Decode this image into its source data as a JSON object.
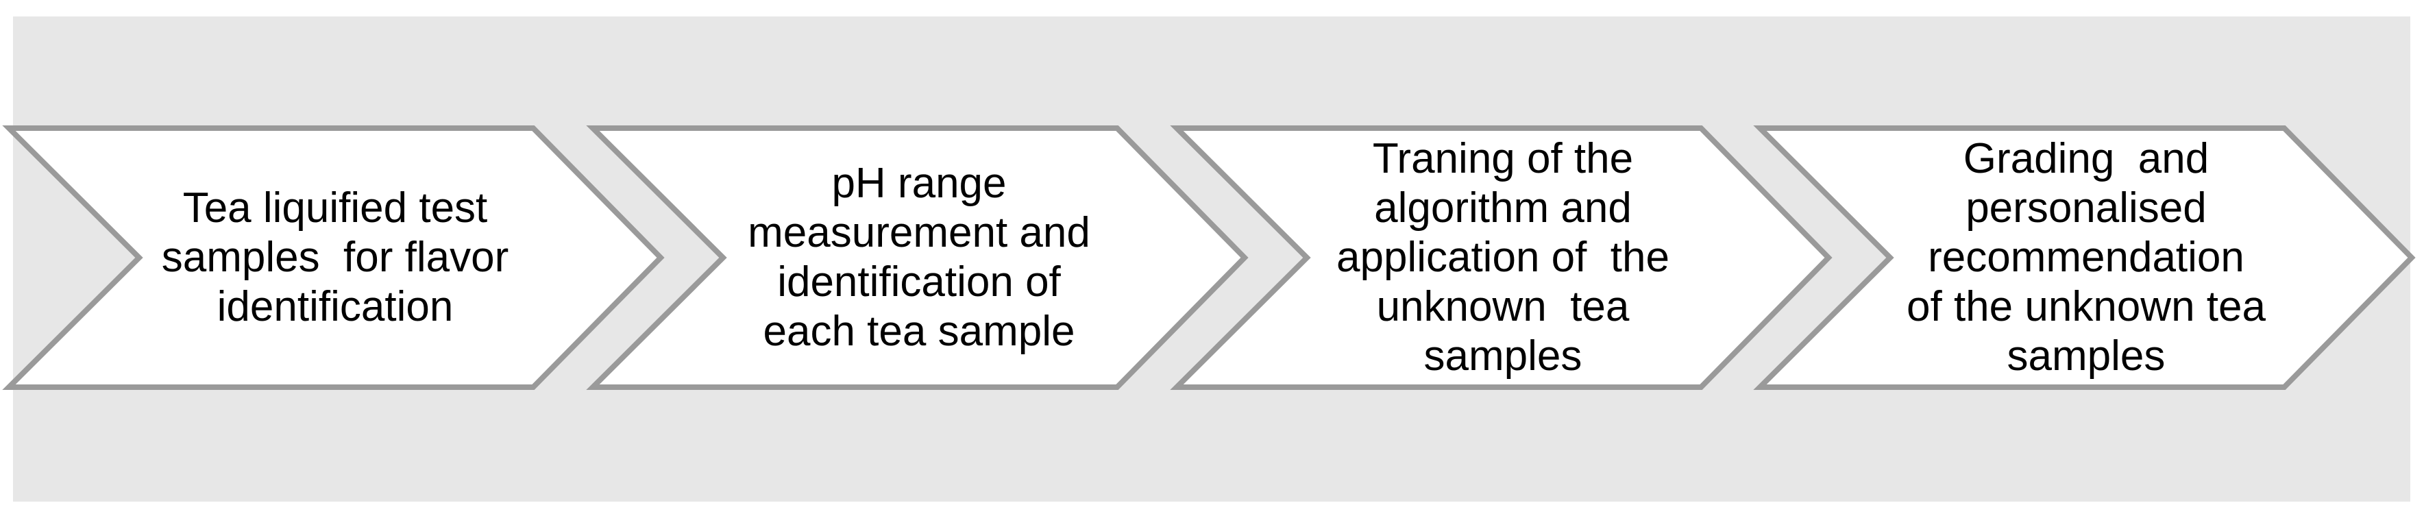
{
  "diagram": {
    "type": "process-flow",
    "shape": "chevron-arrow",
    "direction": "left-to-right",
    "step_count": 4,
    "colors": {
      "page_background": "#ffffff",
      "panel_background": "#e7e7e7",
      "fill": "#ffffff",
      "border": "#9a9a9a",
      "text": "#000000"
    },
    "steps": [
      {
        "id": 1,
        "label": "Tea liquified test\nsamples  for flavor\nidentification"
      },
      {
        "id": 2,
        "label": "pH range\nmeasurement and\nidentification of\neach tea sample"
      },
      {
        "id": 3,
        "label": "Traning of the\nalgorithm and\napplication of  the\nunknown  tea\nsamples"
      },
      {
        "id": 4,
        "label": "Grading  and\npersonalised\nrecommendation\nof the unknown tea\nsamples"
      }
    ]
  }
}
